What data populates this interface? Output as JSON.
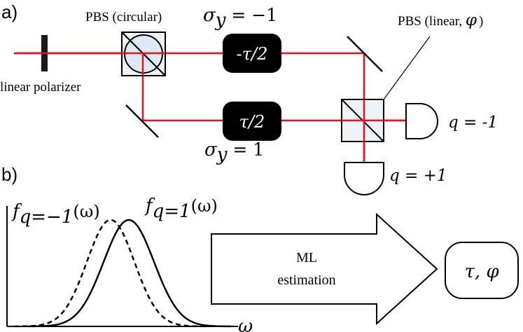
{
  "panel_a": {
    "label": "a)",
    "polarizer_label": "linear polarizer",
    "pbs_circular_label": "PBS (circular)",
    "pbs_linear_label_open": "PBS (linear, ",
    "pbs_linear_phi": "φ",
    "pbs_linear_label_close": ")",
    "sigma_top": "σ",
    "sigma_top_sub": "y",
    "sigma_top_rhs": " = −1",
    "sigma_bottom": "σ",
    "sigma_bottom_sub": "y",
    "sigma_bottom_rhs": " = 1",
    "delay_top": "-τ/2",
    "delay_bottom": "τ/2",
    "detector_right_label": "q = -1",
    "detector_bottom_label": "q = +1",
    "beam_color": "#e8111b"
  },
  "panel_b": {
    "label": "b)",
    "curve_left_label": "f",
    "curve_left_sub": "q=−1",
    "curve_left_arg": "(ω)",
    "curve_right_label": "f",
    "curve_right_sub": "q=1",
    "curve_right_arg": "(ω)",
    "x_axis_label": "ω",
    "arrow_line1": "ML",
    "arrow_line2": "estimation",
    "result": "τ, φ"
  }
}
